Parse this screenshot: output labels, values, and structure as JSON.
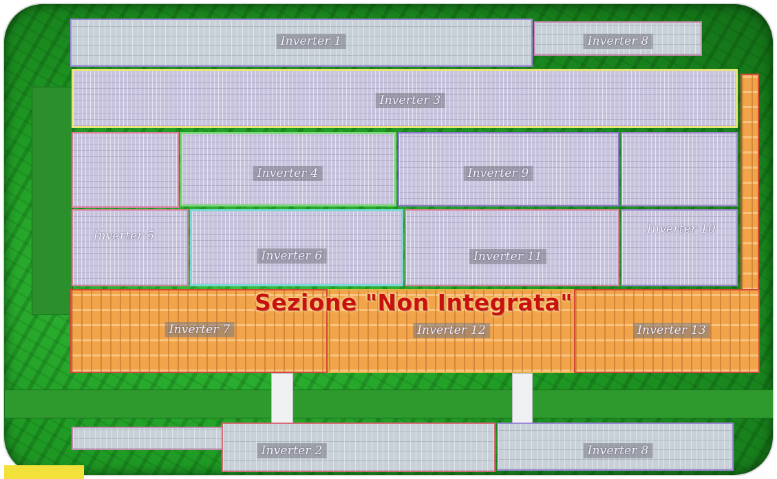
{
  "section_title": "Sezione \"Non Integrata\"",
  "inverters": {
    "inv1": "Inverter 1",
    "inv8_top": "Inverter 8",
    "inv3": "Inverter 3",
    "inv4": "Inverter 4",
    "inv9": "Inverter 9",
    "inv5": "Inverter 5",
    "inv6": "Inverter 6",
    "inv11": "Inverter 11",
    "inv10": "Inverter 10",
    "inv7": "Inverter 7",
    "inv12": "Inverter 12",
    "inv13": "Inverter 13",
    "inv2": "Inverter 2",
    "inv8_bottom": "Inverter 8"
  },
  "colors": {
    "grass": "#1f9a24",
    "panel_lilac": "#c8c4dd",
    "panel_grey": "#c8d0d8",
    "non_integrated": "#f2a44b",
    "title_red": "#c8120e"
  }
}
